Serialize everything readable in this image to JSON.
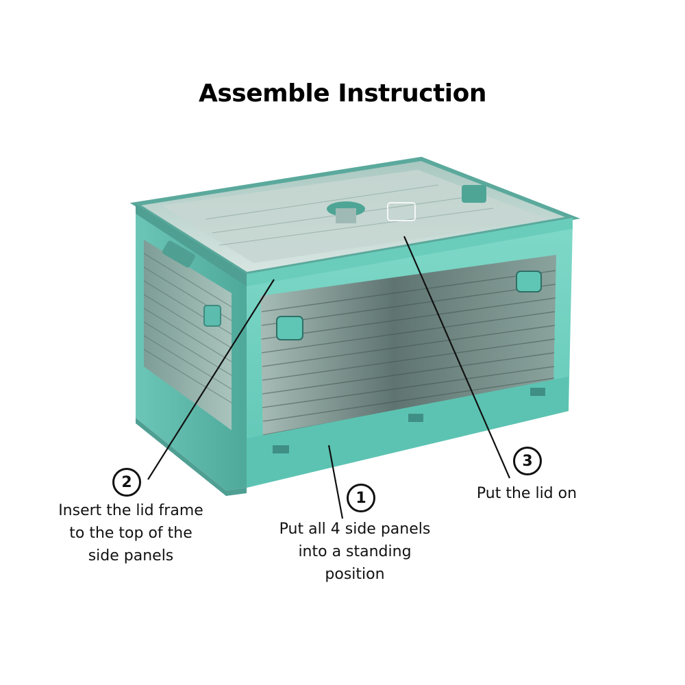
{
  "title": "Assemble Instruction",
  "steps": [
    {
      "number": "1",
      "lines": [
        "Put all 4 side panels",
        "into a standing",
        "position"
      ]
    },
    {
      "number": "2",
      "lines": [
        "Insert the lid frame",
        "to the top of the",
        "side panels"
      ]
    },
    {
      "number": "3",
      "lines": [
        "Put the lid on"
      ]
    }
  ],
  "colors": {
    "box_body": "#62c9b8",
    "box_dark": "#3f8f85",
    "panel": "#6f7d7a",
    "line": "#111111"
  }
}
